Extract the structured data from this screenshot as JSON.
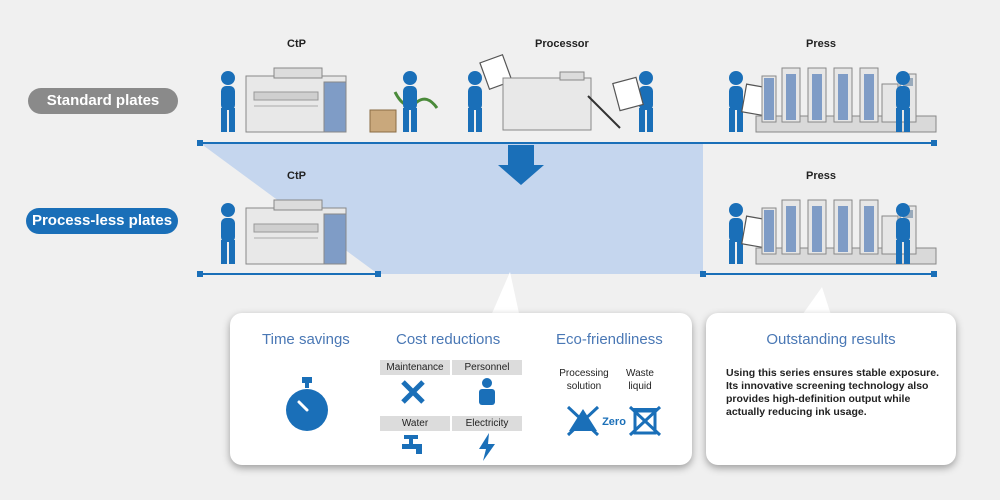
{
  "rows": {
    "standard_label": "Standard plates",
    "processless_label": "Process-less plates"
  },
  "stations": {
    "ctp": "CtP",
    "processor": "Processor",
    "press": "Press",
    "ctp2": "CtP",
    "press2": "Press"
  },
  "benefits": {
    "time_title": "Time savings",
    "cost_title": "Cost reductions",
    "cost_tags": [
      "Maintenance",
      "Personnel",
      "Water",
      "Electricity"
    ],
    "eco_title": "Eco-friendliness",
    "eco_processing": "Processing solution",
    "eco_waste": "Waste liquid",
    "eco_zero": "Zero"
  },
  "results": {
    "title": "Outstanding results",
    "text": "Using this series ensures stable exposure. Its innovative screening technology also provides high-definition output while actually reducing ink usage."
  },
  "colors": {
    "accent_blue": "#1a6fb8",
    "gray_pill": "#8a8a8a",
    "light_band": "#c5d6ee",
    "title_blue": "#4a78b5"
  }
}
